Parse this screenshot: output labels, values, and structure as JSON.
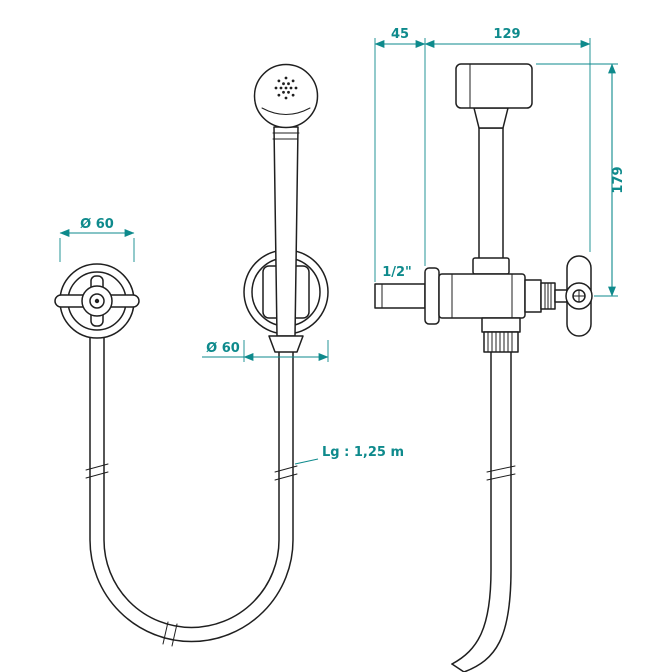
{
  "labels": {
    "dim_45": "45",
    "dim_129": "129",
    "dim_179": "179",
    "valve_diameter": "Ø 60",
    "bracket_diameter": "Ø 60",
    "thread_size": "1/2\"",
    "hose_length": "Lg : 1,25 m"
  },
  "colors": {
    "line": "#1f1f1f",
    "dimension": "#0e8a8c",
    "background": "#ffffff"
  }
}
